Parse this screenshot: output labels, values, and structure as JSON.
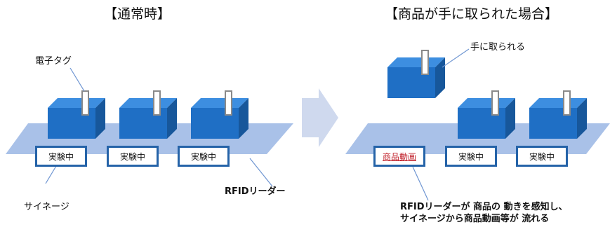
{
  "left": {
    "title": "【通常時】",
    "tag_label": "電子タグ",
    "signs": [
      "実験中",
      "実験中",
      "実験中"
    ],
    "signage_label": "サイネージ",
    "reader_label": "RFIDリーダー"
  },
  "right": {
    "title": "【商品が手に取られた場合】",
    "picked_label": "手に取られる",
    "signs": [
      "商品動画",
      "実験中",
      "実験中"
    ],
    "desc_lines": [
      "RFIDリーダーが 商品の 動きを感知し、",
      "サイネージから商品動画等が 流れる"
    ]
  },
  "colors": {
    "belt": "#a9c1e8",
    "box_front": "#1f6fc5",
    "box_top": "#3d8ee0",
    "box_side": "#17579b",
    "sign_border": "#2563a8",
    "arrow": "#cfd9ee",
    "active_text": "#c0202a"
  }
}
